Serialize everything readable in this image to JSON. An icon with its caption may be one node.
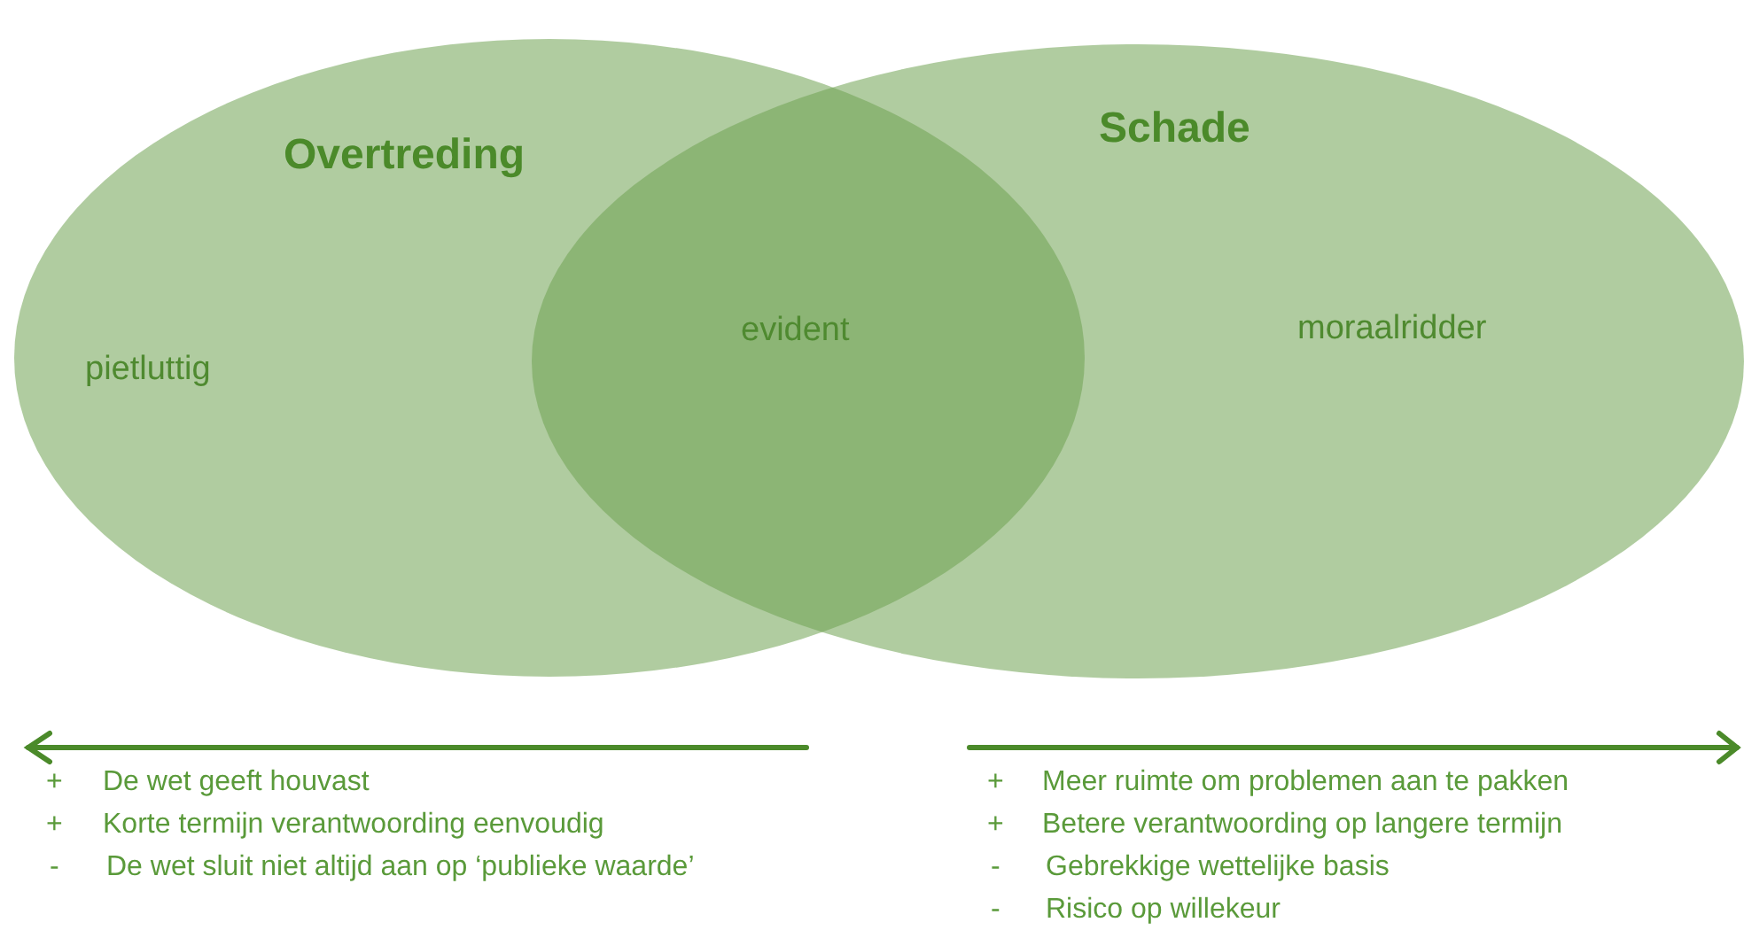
{
  "diagram": {
    "nodes": [
      {
        "text": [
          "Overtreding",
          "pietluttig"
        ]
      },
      {
        "text": [
          "Schade",
          "moraalridder"
        ]
      }
    ],
    "edges": [],
    "labels": [
      "evident",
      "+",
      "De wet geeft houvast",
      "+",
      "Korte termijn verantwoording eenvoudig",
      "-",
      "De wet sluit niet altijd aan op ‘publieke waarde’",
      "+",
      "Meer ruimte om problemen aan te pakken",
      "+",
      "Betere verantwoording op langere termijn",
      "-",
      "Gebrekkige wettelijke basis",
      "-",
      "Risico op willekeur"
    ]
  }
}
